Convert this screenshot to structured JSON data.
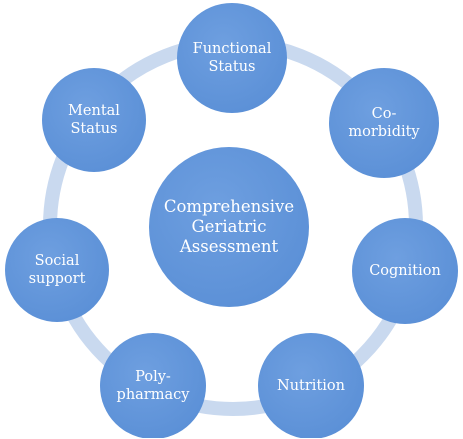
{
  "diagram": {
    "center": {
      "label": "Comprehensive\nGeriatric\nAssessment"
    },
    "nodes": [
      {
        "id": "functional-status",
        "label": "Functional\nStatus"
      },
      {
        "id": "co-morbidity",
        "label": "Co-\nmorbidity"
      },
      {
        "id": "cognition",
        "label": "Cognition"
      },
      {
        "id": "nutrition",
        "label": "Nutrition"
      },
      {
        "id": "poly-pharmacy",
        "label": "Poly-\npharmacy"
      },
      {
        "id": "social-support",
        "label": "Social\nsupport"
      },
      {
        "id": "mental-status",
        "label": "Mental\nStatus"
      }
    ],
    "colors": {
      "node_fill": "#5a8fd6",
      "node_fill_light": "#6e9fe0",
      "ring": "#c9d9ef",
      "label_text": "#ffffff"
    }
  }
}
